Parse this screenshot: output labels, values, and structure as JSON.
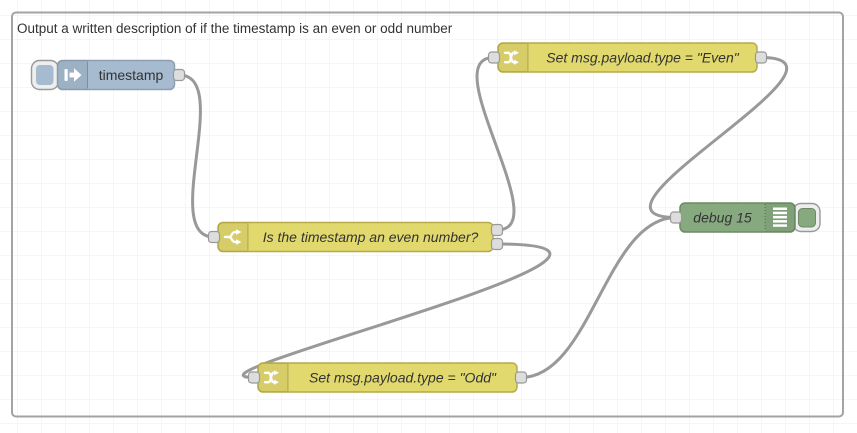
{
  "group": {
    "label": "Output a written description of if the timestamp is an even or odd number"
  },
  "nodes": {
    "inject": {
      "label": "timestamp",
      "type": "inject",
      "icon": "inject-arrow-icon"
    },
    "switch": {
      "label": "Is the timestamp an even number?",
      "type": "switch",
      "icon": "switch-fork-icon",
      "outputs": 2
    },
    "change_even": {
      "label": "Set msg.payload.type = \"Even\"",
      "type": "change",
      "icon": "swap-arrows-icon"
    },
    "change_odd": {
      "label": "Set msg.payload.type = \"Odd\"",
      "type": "change",
      "icon": "swap-arrows-icon"
    },
    "debug": {
      "label": "debug 15",
      "type": "debug",
      "icon": "debug-list-icon"
    }
  },
  "colors": {
    "canvas_bg": "#ffffff",
    "grid_line": "#eeeeee",
    "group_border": "#a3a3a3",
    "group_label": "#8f8f8f",
    "node_label": "#333333",
    "inject_fill": "#a6bbcf",
    "inject_border": "#8d9fb0",
    "function_fill": "#e2d96e",
    "function_border": "#b5ab47",
    "debug_fill": "#87a980",
    "debug_border": "#6d8a64",
    "wire": "#999999",
    "port_fill": "#dddddd",
    "port_border": "#999999",
    "button_bg": "#eeeeee",
    "icon": "#ffffff"
  }
}
